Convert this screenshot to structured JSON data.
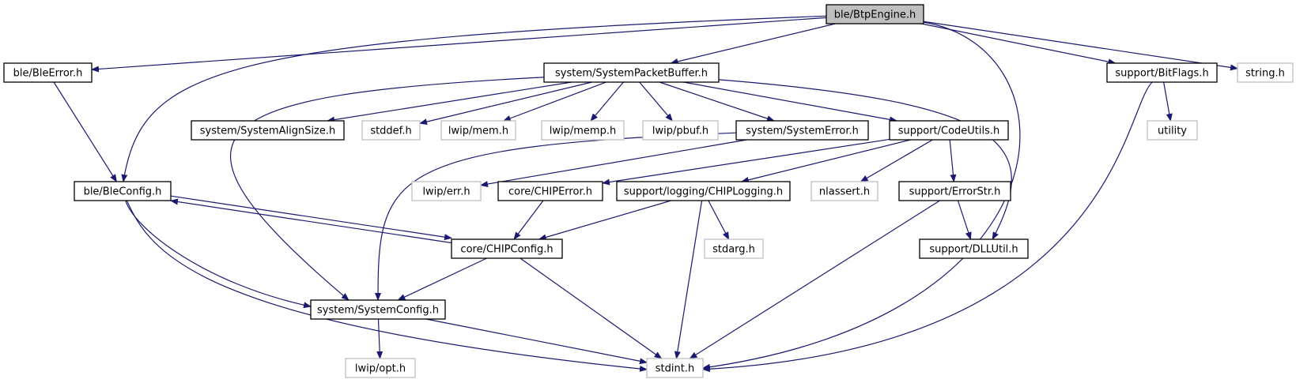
{
  "nodes": [
    {
      "id": "btpengine",
      "label": "ble/BtpEngine.h",
      "kind": "root"
    },
    {
      "id": "bleerror",
      "label": "ble/BleError.h",
      "kind": "internal"
    },
    {
      "id": "systempacketbuffer",
      "label": "system/SystemPacketBuffer.h",
      "kind": "internal"
    },
    {
      "id": "bitflags",
      "label": "support/BitFlags.h",
      "kind": "internal"
    },
    {
      "id": "string",
      "label": "string.h",
      "kind": "external"
    },
    {
      "id": "systemalignsize",
      "label": "system/SystemAlignSize.h",
      "kind": "internal"
    },
    {
      "id": "stddef",
      "label": "stddef.h",
      "kind": "external"
    },
    {
      "id": "lwipmem",
      "label": "lwip/mem.h",
      "kind": "external"
    },
    {
      "id": "lwipmemp",
      "label": "lwip/memp.h",
      "kind": "external"
    },
    {
      "id": "lwippbuf",
      "label": "lwip/pbuf.h",
      "kind": "external"
    },
    {
      "id": "systemerror",
      "label": "system/SystemError.h",
      "kind": "internal"
    },
    {
      "id": "codeutils",
      "label": "support/CodeUtils.h",
      "kind": "internal"
    },
    {
      "id": "utility",
      "label": "utility",
      "kind": "external"
    },
    {
      "id": "bleconfig",
      "label": "ble/BleConfig.h",
      "kind": "internal"
    },
    {
      "id": "lwiperr",
      "label": "lwip/err.h",
      "kind": "external"
    },
    {
      "id": "chiperror",
      "label": "core/CHIPError.h",
      "kind": "internal"
    },
    {
      "id": "chiplogging",
      "label": "support/logging/CHIPLogging.h",
      "kind": "internal"
    },
    {
      "id": "nlassert",
      "label": "nlassert.h",
      "kind": "external"
    },
    {
      "id": "errorstr",
      "label": "support/ErrorStr.h",
      "kind": "internal"
    },
    {
      "id": "chipconfig",
      "label": "core/CHIPConfig.h",
      "kind": "internal"
    },
    {
      "id": "stdarg",
      "label": "stdarg.h",
      "kind": "external"
    },
    {
      "id": "dllutil",
      "label": "support/DLLUtil.h",
      "kind": "internal"
    },
    {
      "id": "systemconfig",
      "label": "system/SystemConfig.h",
      "kind": "internal"
    },
    {
      "id": "lwipopt",
      "label": "lwip/opt.h",
      "kind": "external"
    },
    {
      "id": "stdint",
      "label": "stdint.h",
      "kind": "external"
    }
  ],
  "edges": [
    {
      "from": "btpengine",
      "to": "bleerror"
    },
    {
      "from": "btpengine",
      "to": "bleconfig"
    },
    {
      "from": "btpengine",
      "to": "systempacketbuffer"
    },
    {
      "from": "btpengine",
      "to": "stdint"
    },
    {
      "from": "btpengine",
      "to": "bitflags"
    },
    {
      "from": "btpengine",
      "to": "string"
    },
    {
      "from": "bleerror",
      "to": "bleconfig"
    },
    {
      "from": "systempacketbuffer",
      "to": "systemconfig"
    },
    {
      "from": "systempacketbuffer",
      "to": "systemalignsize"
    },
    {
      "from": "systempacketbuffer",
      "to": "stddef"
    },
    {
      "from": "systempacketbuffer",
      "to": "lwipmem"
    },
    {
      "from": "systempacketbuffer",
      "to": "lwipmemp"
    },
    {
      "from": "systempacketbuffer",
      "to": "lwippbuf"
    },
    {
      "from": "systempacketbuffer",
      "to": "systemerror"
    },
    {
      "from": "systempacketbuffer",
      "to": "codeutils"
    },
    {
      "from": "systempacketbuffer",
      "to": "dllutil"
    },
    {
      "from": "bitflags",
      "to": "utility"
    },
    {
      "from": "bitflags",
      "to": "stdint"
    },
    {
      "from": "systemerror",
      "to": "lwiperr"
    },
    {
      "from": "systemerror",
      "to": "systemconfig"
    },
    {
      "from": "codeutils",
      "to": "chiperror"
    },
    {
      "from": "codeutils",
      "to": "chiplogging"
    },
    {
      "from": "codeutils",
      "to": "nlassert"
    },
    {
      "from": "codeutils",
      "to": "errorstr"
    },
    {
      "from": "bleconfig",
      "to": "chipconfig"
    },
    {
      "from": "chipconfig",
      "to": "bleconfig"
    },
    {
      "from": "bleconfig",
      "to": "systemconfig"
    },
    {
      "from": "bleconfig",
      "to": "stdint"
    },
    {
      "from": "chiperror",
      "to": "chipconfig"
    },
    {
      "from": "chiplogging",
      "to": "chipconfig"
    },
    {
      "from": "chiplogging",
      "to": "stdarg"
    },
    {
      "from": "chiplogging",
      "to": "stdint"
    },
    {
      "from": "errorstr",
      "to": "dllutil"
    },
    {
      "from": "errorstr",
      "to": "stdint"
    },
    {
      "from": "chipconfig",
      "to": "systemconfig"
    },
    {
      "from": "chipconfig",
      "to": "stdint"
    },
    {
      "from": "systemconfig",
      "to": "lwipopt"
    },
    {
      "from": "systemconfig",
      "to": "stdint"
    }
  ],
  "colors": {
    "edge": "#191970",
    "root_fill": "#bfbfbf",
    "root_stroke": "#000000",
    "internal_stroke": "#000000",
    "external_stroke": "#bfbfbf",
    "node_fill": "#ffffff"
  }
}
